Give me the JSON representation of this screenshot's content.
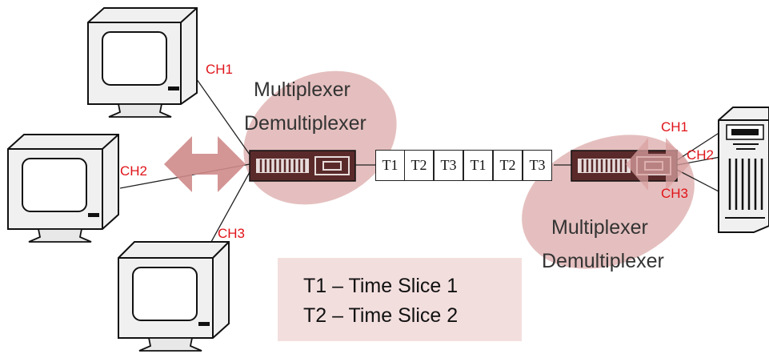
{
  "channels": {
    "left": [
      "CH1",
      "CH2",
      "CH3"
    ],
    "right": [
      "CH1",
      "CH2",
      "CH3"
    ]
  },
  "mux_labels": {
    "left": [
      "Multiplexer",
      "Demultiplexer"
    ],
    "right": [
      "Multiplexer",
      "Demultiplexer"
    ]
  },
  "time_slots": [
    "T1",
    "T2",
    "T3",
    "T1",
    "T2",
    "T3"
  ],
  "legend": [
    "T1 – Time Slice 1",
    "T2 – Time Slice 2"
  ],
  "colors": {
    "highlight": "#cf8a8a",
    "device_body": "#5a2a2a",
    "channel_text": "#e0141a",
    "legend_bg": "#f3dede"
  }
}
